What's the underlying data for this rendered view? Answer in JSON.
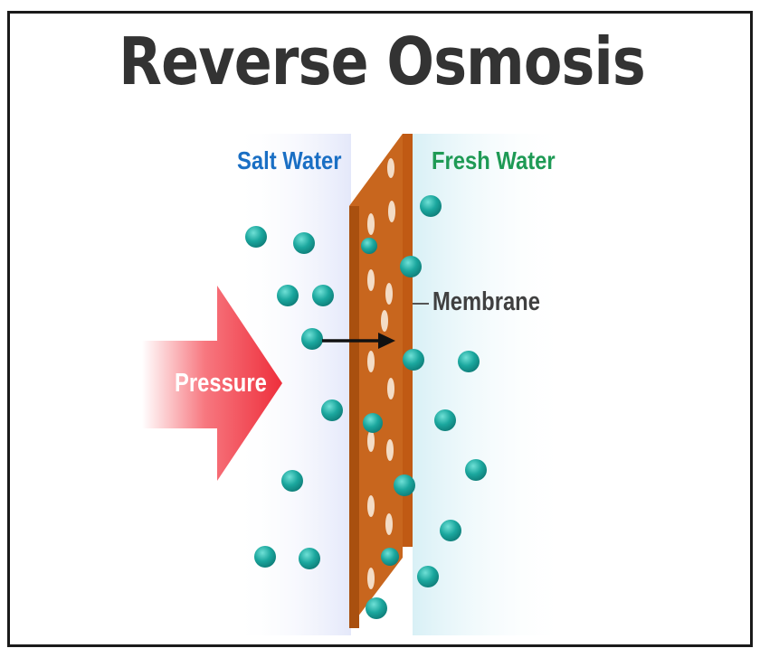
{
  "title": "Reverse Osmosis",
  "labels": {
    "salt_water": "Salt Water",
    "fresh_water": "Fresh Water",
    "membrane": "Membrane",
    "pressure": "Pressure"
  },
  "colors": {
    "title": "#333333",
    "salt_water_label": "#1a6fc4",
    "fresh_water_label": "#1e9a55",
    "membrane": "#c8661e",
    "particle": "#1aa8a0",
    "pressure_arrow": "#ef3340"
  },
  "icons": {
    "pressure": "arrow-right-icon",
    "flow": "arrow-right-icon"
  }
}
